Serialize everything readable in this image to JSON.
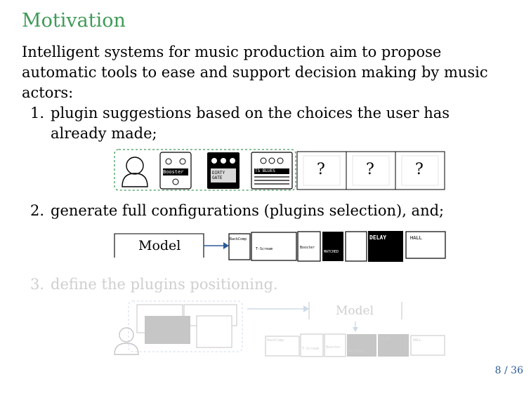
{
  "slide": {
    "title": "Motivation",
    "intro": "Intelligent systems for music production aim to propose automatic tools to ease and support decision making by music actors:",
    "items": [
      {
        "num": "1.",
        "text": "plugin suggestions based on the choices the user has already made;"
      },
      {
        "num": "2.",
        "text": "generate full configurations (plugins selection), and;"
      },
      {
        "num": "3.",
        "text": "define the plugins positioning."
      }
    ],
    "page": "8 / 36"
  },
  "figure1": {
    "pedal_labels": [
      "Booster",
      "DIRTY GATE",
      "TS BLUES"
    ],
    "unknown_labels": [
      "?",
      "?",
      "?"
    ],
    "group_border_color": "#3f9a57"
  },
  "figure2": {
    "model_label": "Model",
    "pedal_labels": [
      "RackComp",
      "T-Scream",
      "Booster",
      "MATCHED",
      "DELAY",
      "HALL"
    ],
    "arrow_color": "#2b5a99"
  },
  "figure3": {
    "model_label": "Model",
    "pedal_labels": [
      "RackComp",
      "T-Scream",
      "Booster",
      "MATCHED",
      "DELAY",
      "HALL"
    ]
  }
}
